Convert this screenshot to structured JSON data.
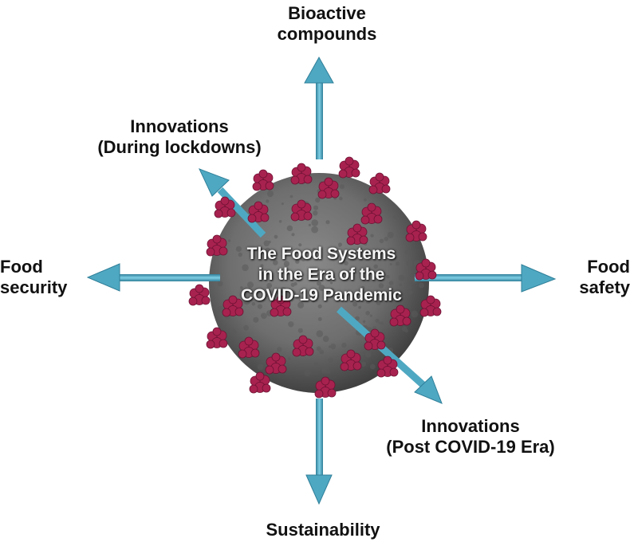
{
  "center_label": {
    "line1": "The Food Systems",
    "line2": "in the Era of the",
    "line3": "COVID-19 Pandemic"
  },
  "arrows": {
    "up": {
      "line1": "Bioactive",
      "line2": "compounds"
    },
    "up_left": {
      "line1": "Innovations",
      "line2": "(During lockdowns)"
    },
    "left": {
      "line1": "Food",
      "line2": "security"
    },
    "right": {
      "line1": "Food",
      "line2": "safety"
    },
    "down_right": {
      "line1": "Innovations",
      "line2": "(Post COVID-19 Era)"
    },
    "down": {
      "line1": "Sustainability"
    }
  },
  "colors": {
    "arrow": "#4fa8c2",
    "virus_body": "#6e6e6e",
    "spike": "#a8224f",
    "label_text": "#111111",
    "center_text": "#f4f4f4"
  }
}
